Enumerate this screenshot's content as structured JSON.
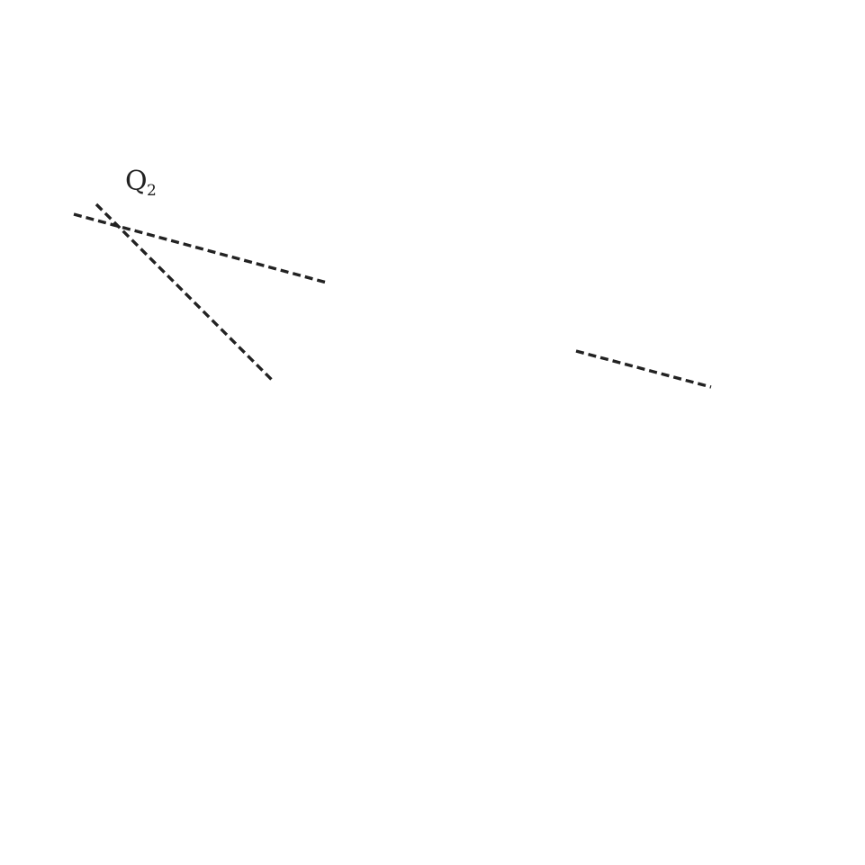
{
  "diagram": {
    "label": {
      "main": "Q",
      "subscript": "2"
    },
    "line_color": "#222222",
    "line_style": "dashed"
  }
}
